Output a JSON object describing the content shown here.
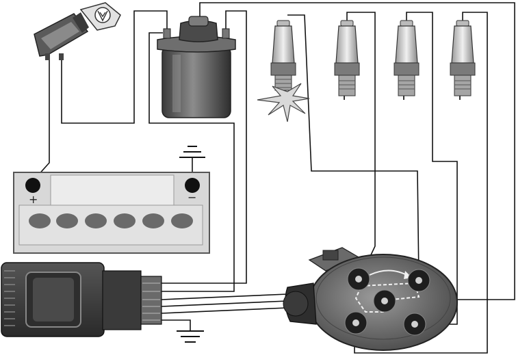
{
  "diagram": {
    "components": [
      {
        "id": "ignition-key",
        "icon": "ignition-key-icon"
      },
      {
        "id": "ignition-coil",
        "icon": "ignition-coil-icon"
      },
      {
        "id": "spark-plug-1",
        "icon": "spark-plug-icon",
        "state": "firing"
      },
      {
        "id": "spark-plug-2",
        "icon": "spark-plug-icon"
      },
      {
        "id": "spark-plug-3",
        "icon": "spark-plug-icon"
      },
      {
        "id": "spark-plug-4",
        "icon": "spark-plug-icon"
      },
      {
        "id": "battery",
        "icon": "battery-icon",
        "cells": 6
      },
      {
        "id": "control-module",
        "icon": "control-module-icon"
      },
      {
        "id": "distributor",
        "icon": "distributor-icon"
      },
      {
        "id": "chassis-ground-top",
        "icon": "ground-symbol-icon"
      },
      {
        "id": "chassis-ground-bottom",
        "icon": "ground-symbol-icon"
      }
    ],
    "battery": {
      "positive_label": "+",
      "negative_label": "−"
    },
    "colors": {
      "wire": "#111111",
      "component_dark": "#3c3c3c",
      "component_mid": "#8a8a8a",
      "component_light": "#d6d6d6",
      "spark": "#b0b0b0"
    }
  }
}
